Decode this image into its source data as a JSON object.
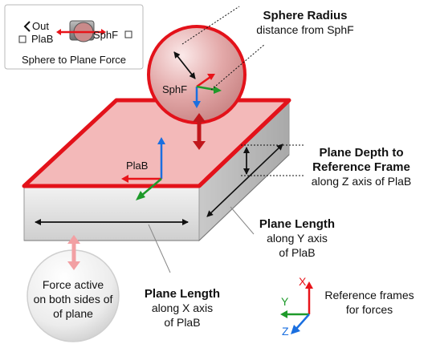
{
  "block": {
    "port_out": "Out",
    "port_plab": "PlaB",
    "port_sphf": "SphF",
    "caption": "Sphere to Plane Force"
  },
  "sphere": {
    "label": "SphF"
  },
  "plane": {
    "frame_label": "PlaB"
  },
  "annotations": {
    "sphere_radius_title": "Sphere Radius",
    "sphere_radius_sub": "distance from SphF",
    "depth_title_1": "Plane Depth to",
    "depth_title_2": "Reference Frame",
    "depth_sub": "along Z axis of PlaB",
    "length_y_title": "Plane Length",
    "length_y_sub1": "along Y axis",
    "length_y_sub2": "of PlaB",
    "length_x_title": "Plane Length",
    "length_x_sub1": "along X axis",
    "length_x_sub2": "of PlaB",
    "force_1": "Force active",
    "force_2": "on both sides of",
    "force_3": "of plane"
  },
  "legend": {
    "x": "X",
    "y": "Y",
    "z": "Z",
    "text_1": "Reference frames",
    "text_2": "for forces"
  },
  "colors": {
    "x_axis": "#e8141a",
    "y_axis": "#1e9a2a",
    "z_axis": "#1a6fe0",
    "plane_edge": "#e3121a",
    "plane_top": "#f3b9b9"
  }
}
